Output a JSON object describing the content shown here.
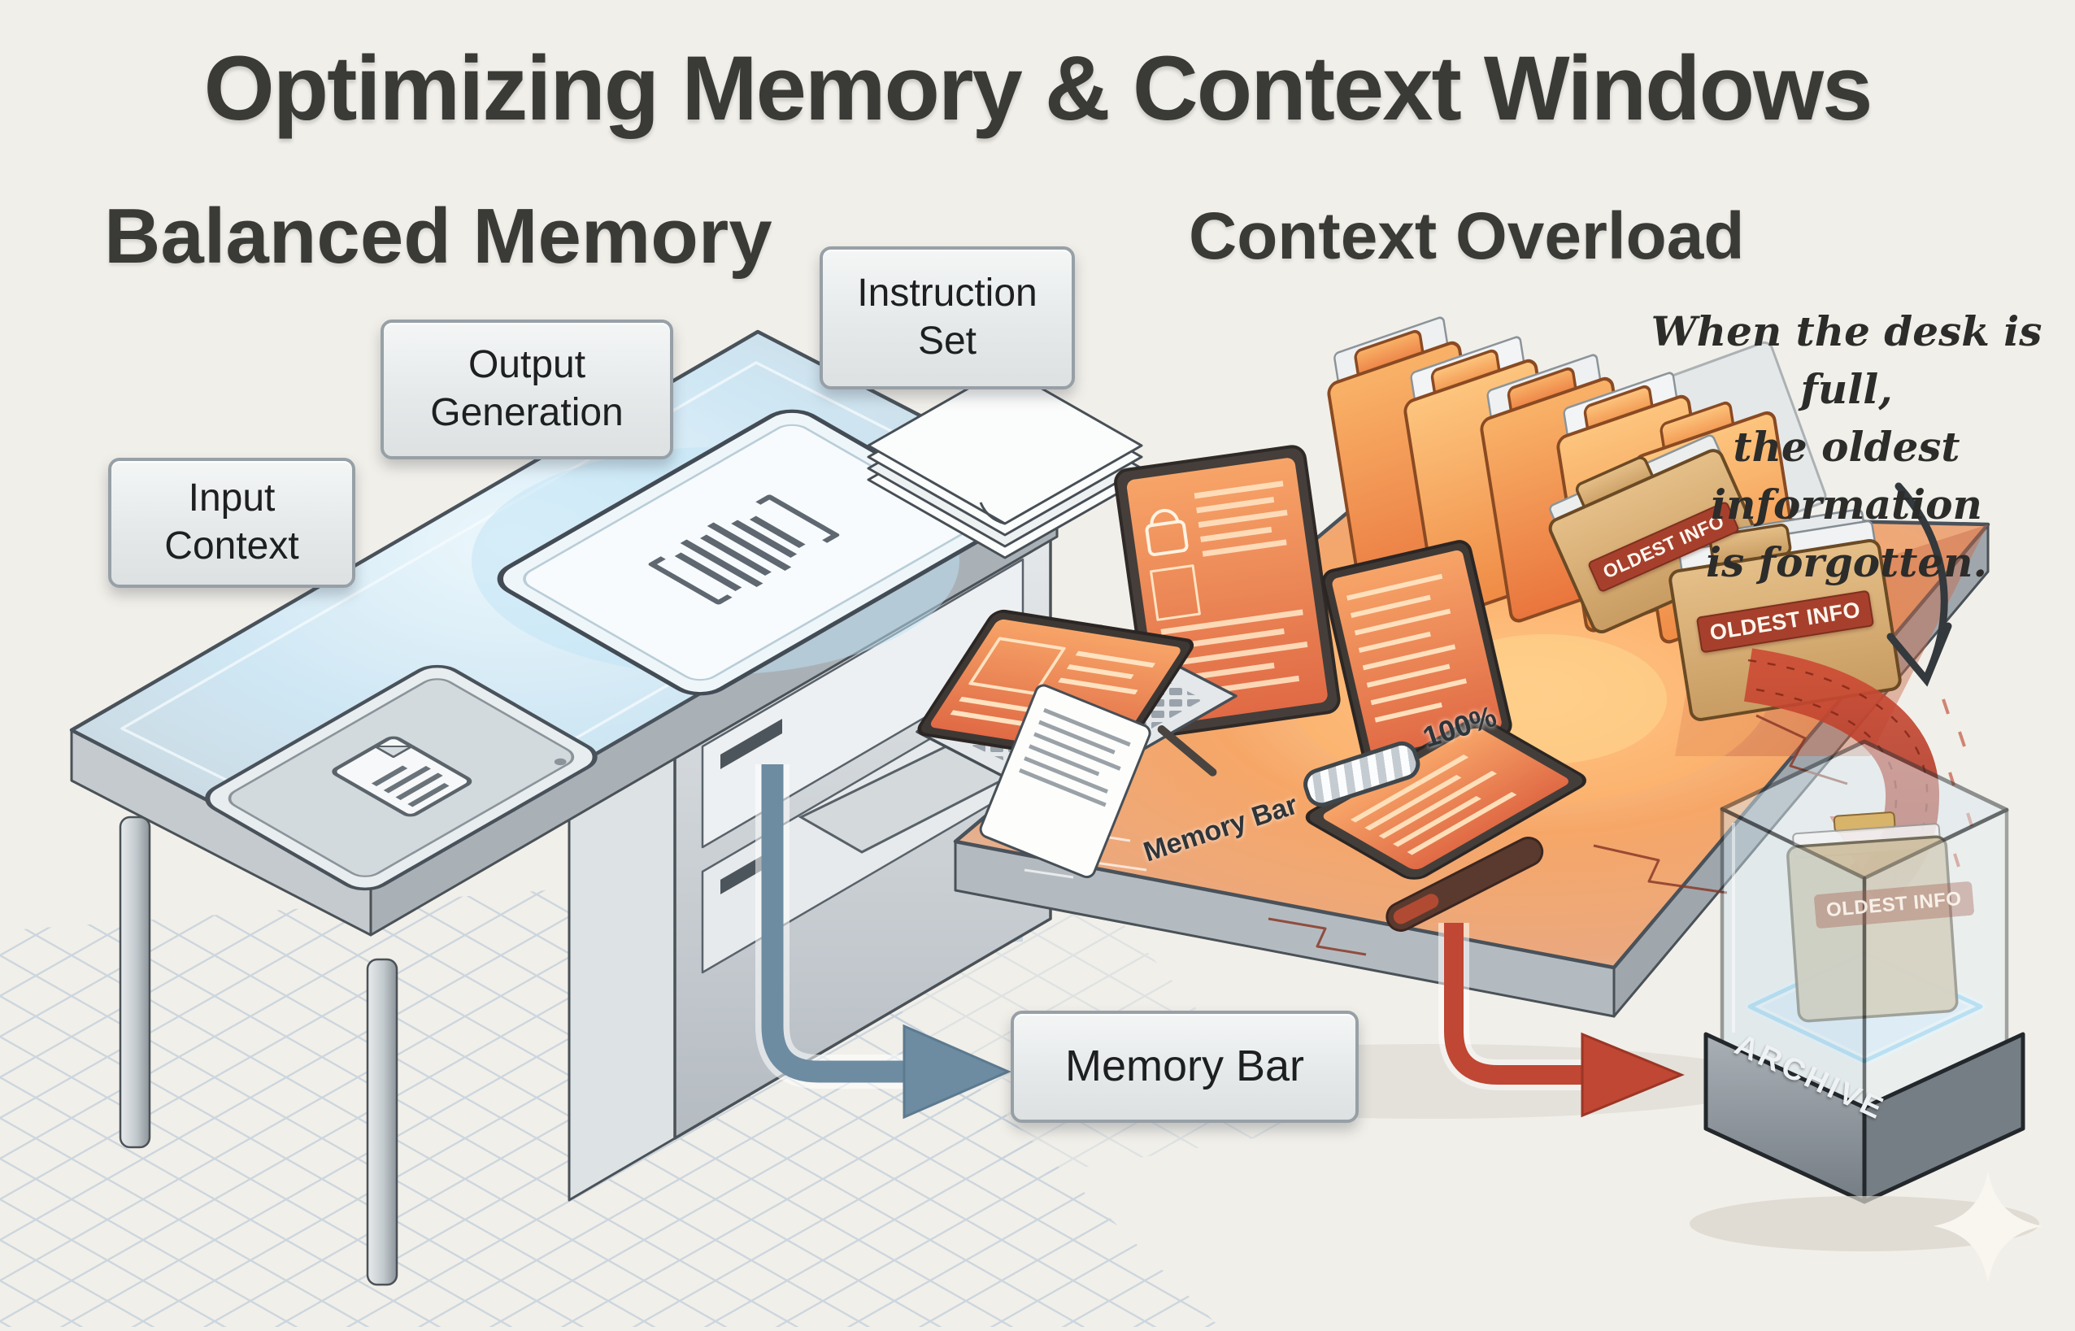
{
  "title": "Optimizing Memory & Context Windows",
  "left_section": {
    "heading": "Balanced Memory",
    "callouts": {
      "input_context": "Input\nContext",
      "output_generation": "Output\nGeneration",
      "instruction_set": "Instruction\nSet",
      "memory_bar": "Memory Bar"
    }
  },
  "right_section": {
    "heading": "Context Overload",
    "desk_meter": {
      "label": "Memory Bar",
      "value": "100%"
    },
    "folders": {
      "back_label": "OLDEST INFO",
      "front_label": "OLDEST INFO"
    },
    "note": "When the desk is full,\nthe oldest information\nis forgotten.",
    "archive": {
      "base_label": "ARCHIVE",
      "folder_label": "OLDEST INFO"
    }
  },
  "colors": {
    "background": "#f1efe9",
    "heading_text": "#3a3a37",
    "callout_bg": "#e9eceb",
    "callout_border": "#97a0a6",
    "balanced_glow": "#cfe7f4",
    "overload_glow": "#f59d58",
    "blue_arrow": "#6d8ca2",
    "red_arrow": "#bf4733",
    "oldest_info_badge": "#a6402c",
    "archive_base": "#8b939a"
  }
}
